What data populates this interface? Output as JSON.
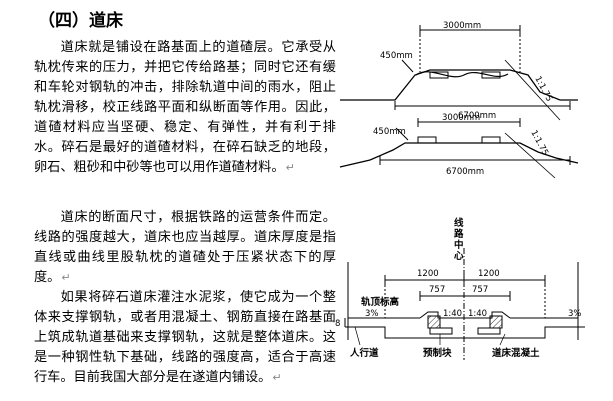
{
  "section": {
    "heading": "（四）道床"
  },
  "paragraphs": [
    {
      "text": "道床就是铺设在路基面上的道碴层。它承受从轨枕传来的压力，并把它传给路基；同时它还有缓和车轮对钢轨的冲击，排除轨道中间的雨水，阻止轨枕滑移，校正线路平面和纵断面等作用。因此，道碴材料应当坚硬、稳定、有弹性，并有利于排水。碎石是最好的道碴材料，在碎石缺乏的地段，卵石、粗砂和中砂等也可以用作道碴材料。",
      "mark": "↵"
    },
    {
      "text": "道床的断面尺寸，根据铁路的运营条件而定。线路的强度越大，道床也应当越厚。道床厚度是指直线或曲线里股轨枕的道碴处于压紧状态下的厚度。",
      "mark": "↵"
    },
    {
      "text": "如果将碎石道床灌注水泥浆，使它成为一个整体来支撑钢轨，或者用混凝土、钢筋直接在路基面上筑成轨道基础来支撑钢轨，这就是整体道床。这是一种钢性轨下基础，线路的强度高，适合于高速行车。目前我国大部分是在遂道内铺设。",
      "mark": "↵"
    }
  ],
  "figures": {
    "section_a": {
      "top_width": "3000mm",
      "shoulder": "450mm",
      "slope": "1:1.75",
      "bottom_width": "6700mm"
    },
    "section_b": {
      "top_width": "3000mm",
      "shoulder": "450mm",
      "slope": "1:1.75",
      "bottom_width": "6700mm"
    },
    "section_c": {
      "centerline": "线路中心",
      "dim_outer_left": "1200",
      "dim_outer_right": "1200",
      "dim_inner_left": "757",
      "dim_inner_right": "757",
      "rail_top": "轨顶标高",
      "height": "8",
      "slope_left": "3%",
      "slope_right": "3%",
      "ratio_left": "1:40",
      "ratio_right": "1:40",
      "sidewalk": "人行道",
      "precast_block": "预制块",
      "bed_concrete": "道床混凝土"
    }
  }
}
